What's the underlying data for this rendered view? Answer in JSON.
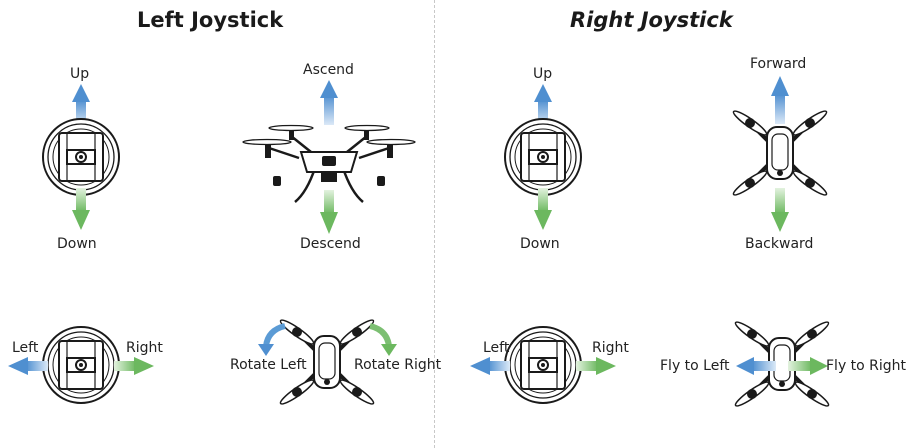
{
  "left_section": {
    "title": "Left Joystick",
    "throttle": {
      "up": "Up",
      "down": "Down"
    },
    "altitude": {
      "ascend": "Ascend",
      "descend": "Descend"
    },
    "yaw_stick": {
      "left": "Left",
      "right": "Right"
    },
    "yaw": {
      "rotate_left": "Rotate Left",
      "rotate_right": "Rotate Right"
    }
  },
  "right_section": {
    "title": "Right Joystick",
    "pitch_stick": {
      "up": "Up",
      "down": "Down"
    },
    "pitch": {
      "forward": "Forward",
      "backward": "Backward"
    },
    "roll_stick": {
      "left": "Left",
      "right": "Right"
    },
    "roll": {
      "fly_left": "Fly to Left",
      "fly_right": "Fly to Right"
    }
  },
  "colors": {
    "arrow_blue": "#5b9bd5",
    "arrow_green": "#7cbf72",
    "ink": "#1a1a1a"
  }
}
